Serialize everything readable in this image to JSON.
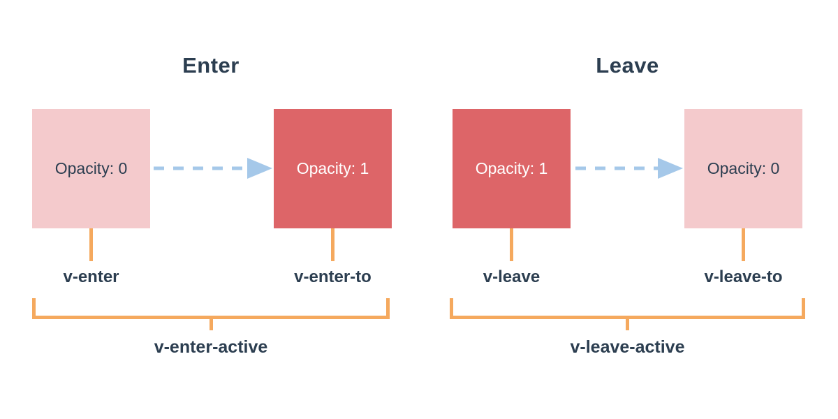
{
  "colors": {
    "box_full": "#dd6568",
    "box_faded": "#f4cacc",
    "arrow": "#a5c8e9",
    "bracket": "#f5a95e",
    "text_dark": "#2c3e50",
    "text_light": "#ffffff",
    "background": "#ffffff"
  },
  "panels": [
    {
      "title": "Enter",
      "from_box": {
        "label": "Opacity: 0",
        "state": "faded"
      },
      "to_box": {
        "label": "Opacity: 1",
        "state": "full"
      },
      "from_class_label": "v-enter",
      "to_class_label": "v-enter-to",
      "active_class_label": "v-enter-active"
    },
    {
      "title": "Leave",
      "from_box": {
        "label": "Opacity: 1",
        "state": "full"
      },
      "to_box": {
        "label": "Opacity: 0",
        "state": "faded"
      },
      "from_class_label": "v-leave",
      "to_class_label": "v-leave-to",
      "active_class_label": "v-leave-active"
    }
  ]
}
